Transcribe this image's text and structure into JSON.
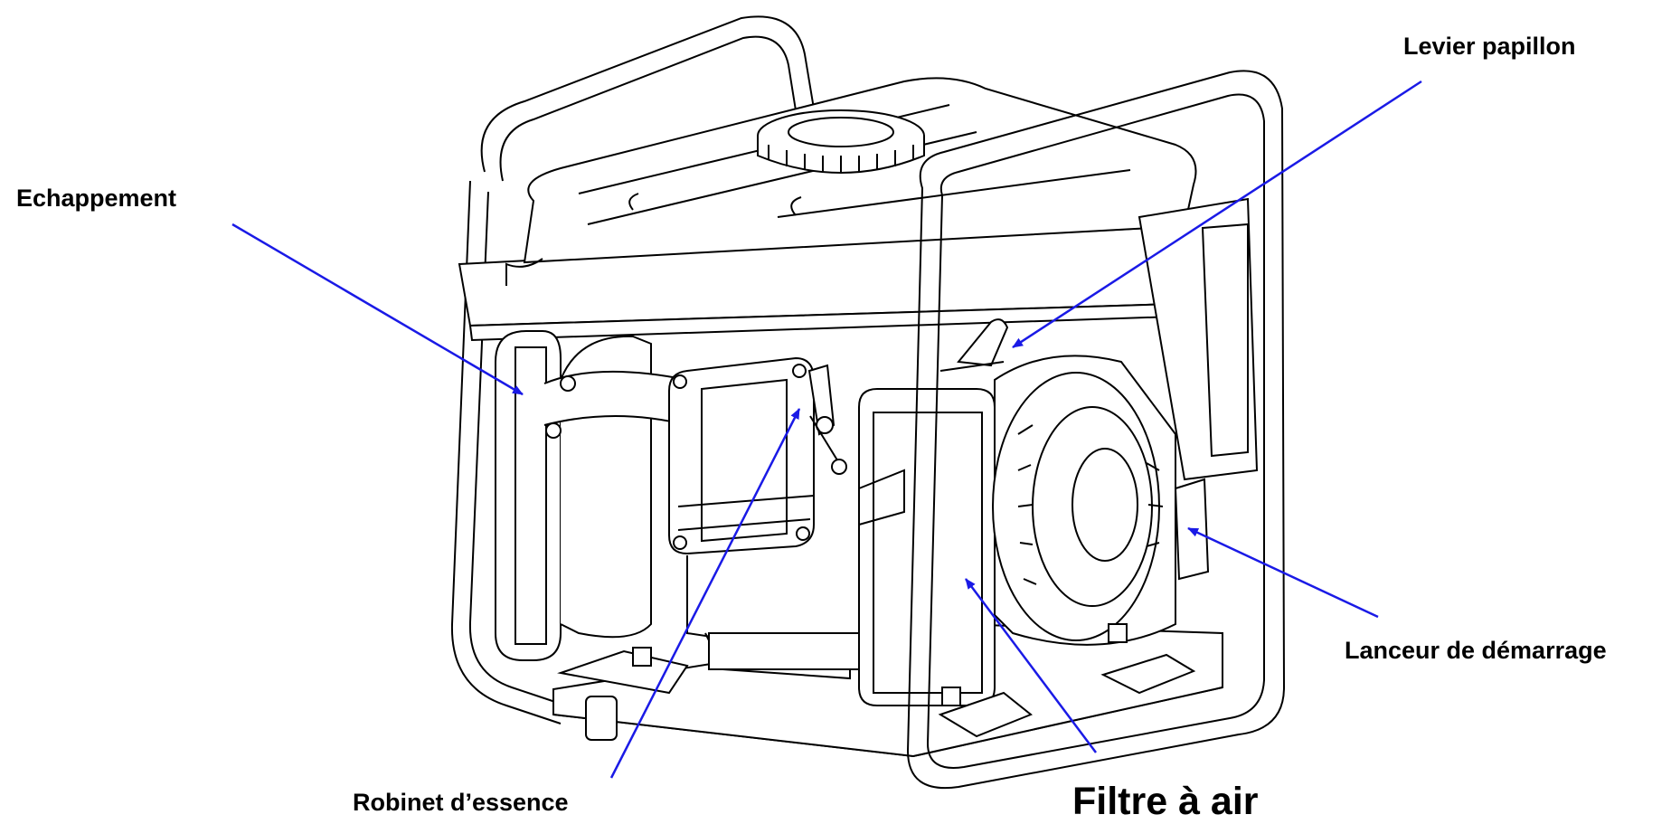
{
  "callouts": {
    "levier_papillon": "Levier  papillon",
    "echappement": "Echappement",
    "lanceur": "Lanceur de démarrage",
    "robinet": "Robinet d’essence",
    "filtre": "Filtre à air"
  },
  "colors": {
    "leader": "#1a1ae6",
    "outline": "#000000",
    "label": "#000000",
    "background": "#ffffff"
  },
  "icons": {
    "leader_head": "arrow-head"
  }
}
